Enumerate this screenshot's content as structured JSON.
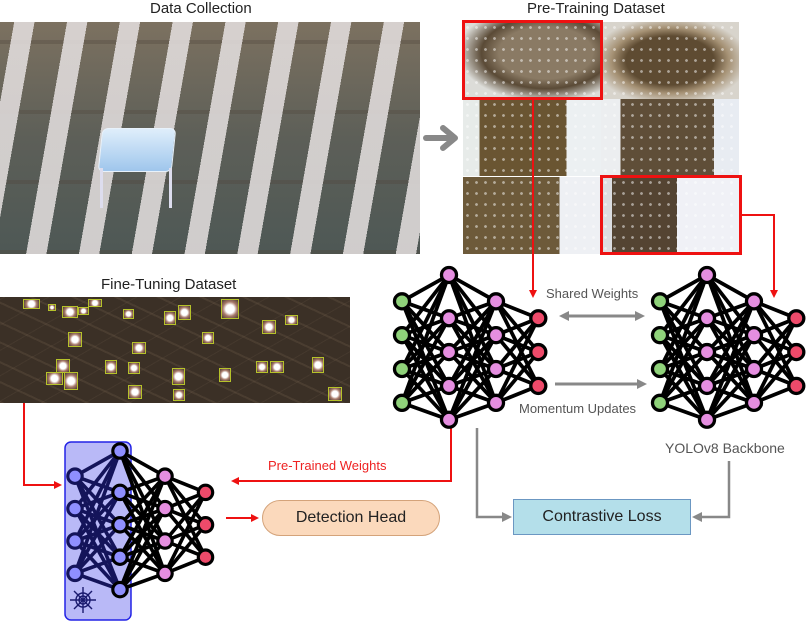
{
  "titles": {
    "data_collection": "Data Collection",
    "pretraining": "Pre-Training Dataset",
    "finetuning": "Fine-Tuning Dataset"
  },
  "labels": {
    "shared_weights": "Shared Weights",
    "momentum_updates": "Momentum Updates",
    "backbone": "YOLOv8 Backbone",
    "pretrained_weights": "Pre-Trained Weights"
  },
  "boxes": {
    "detection_head": "Detection Head",
    "contrastive_loss": "Contrastive Loss"
  },
  "icons": {
    "arrow": "right-arrow-icon",
    "freeze": "snowflake-icon"
  },
  "colors": {
    "red_arrow": "#ee1111",
    "gray_arrow": "#888888",
    "node_green": "#8fd27a",
    "node_pink": "#e58ee0",
    "node_red": "#ee4a6a",
    "node_frozen": "#8f8fff",
    "frozen_panel": "#b9b9f7",
    "detection_head_fill": "#fbd9bc",
    "contrastive_loss_fill": "#b4dfea"
  }
}
